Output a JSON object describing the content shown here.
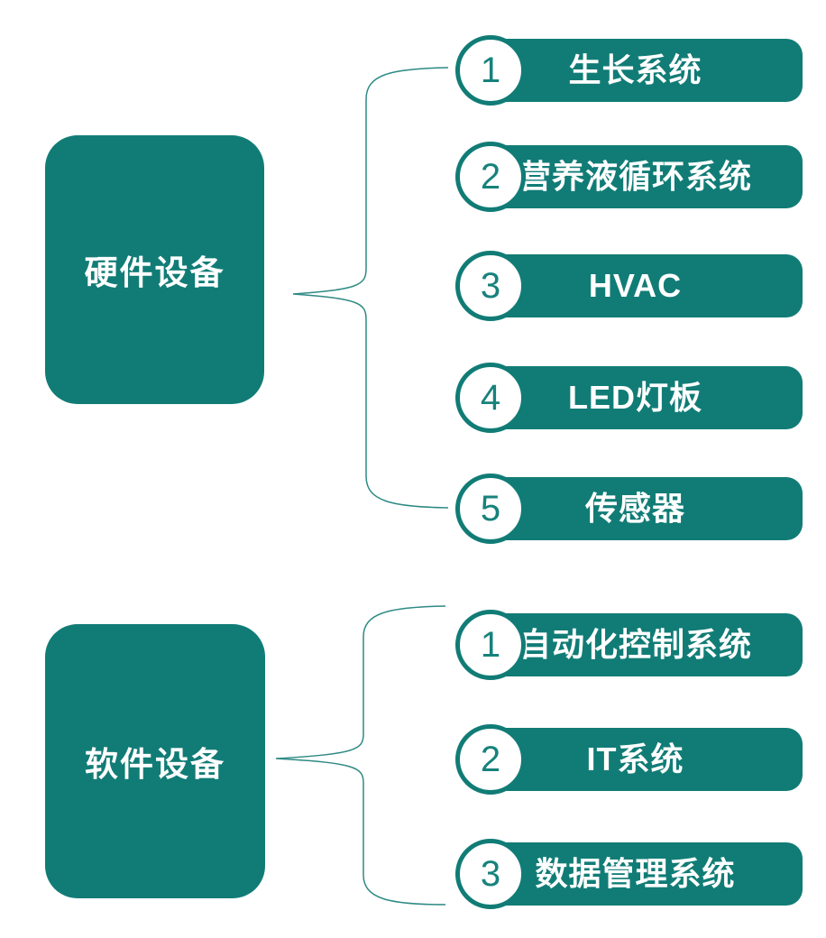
{
  "colors": {
    "teal": "#117C76",
    "brace": "#2E8A84",
    "number": "#17827B",
    "label_text": "#FFFFFF",
    "background": "#FFFFFF"
  },
  "diagram": {
    "type": "two-level grouped list (SmartArt-style)",
    "groups": [
      {
        "label": "硬件设备",
        "items": [
          {
            "number": "1",
            "label": "生长系统"
          },
          {
            "number": "2",
            "label": "营养液循环系统"
          },
          {
            "number": "3",
            "label": "HVAC"
          },
          {
            "number": "4",
            "label": "LED灯板"
          },
          {
            "number": "5",
            "label": "传感器"
          }
        ]
      },
      {
        "label": "软件设备",
        "items": [
          {
            "number": "1",
            "label": "自动化控制系统"
          },
          {
            "number": "2",
            "label": "IT系统"
          },
          {
            "number": "3",
            "label": "数据管理系统"
          }
        ]
      }
    ]
  }
}
